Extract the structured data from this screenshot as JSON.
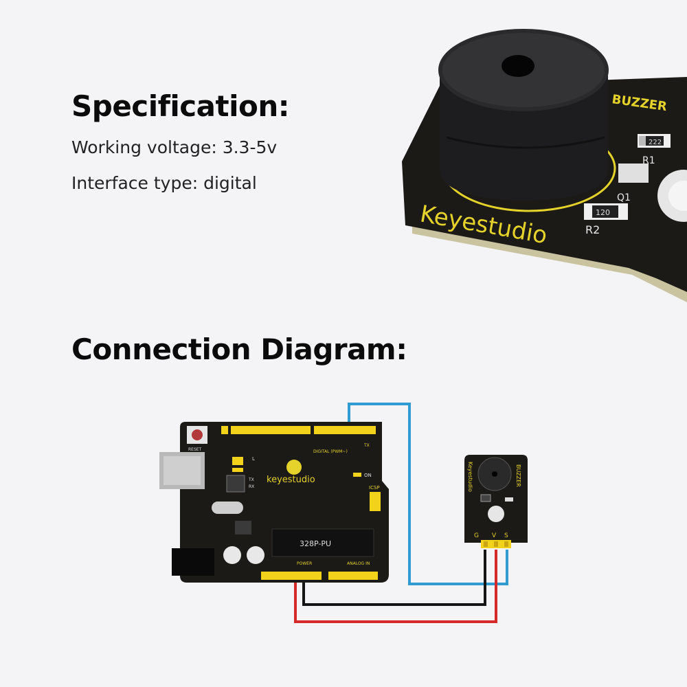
{
  "specification": {
    "title": "Specification:",
    "items": [
      "Working voltage: 3.3-5v",
      "Interface type: digital"
    ]
  },
  "connection": {
    "title": "Connection Diagram:"
  },
  "product_photo": {
    "brand": "Keyestudio",
    "module_label": "BUZZER",
    "resistor_1": "R1",
    "resistor_2": "R2",
    "transistor": "Q1",
    "resistor_code_1": "222",
    "resistor_code_2": "120"
  },
  "arduino_board": {
    "brand": "keyestudio",
    "chip": "328P-PU",
    "reset_label": "RESET",
    "digital_label": "DIGITAL (PWM~)",
    "power_label": "POWER",
    "analog_label": "ANALOG IN",
    "on_label": "ON",
    "icsp_label": "ICSP",
    "tx_label": "TX",
    "rx_label": "RX",
    "l_label": "L"
  },
  "buzzer_module": {
    "brand": "Keyestudio",
    "label": "BUZZER",
    "pins": [
      "G",
      "V",
      "S"
    ]
  },
  "colors": {
    "signal_wire": "#2f9bd0",
    "vcc_wire": "#d42a2a",
    "gnd_wire": "#151515",
    "pcb": "#1b1a17",
    "header_yellow": "#f3d21b"
  }
}
